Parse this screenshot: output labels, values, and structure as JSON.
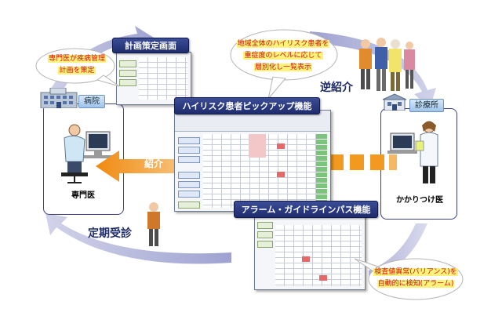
{
  "labels": {
    "planning_screen_title": "計画策定画面",
    "pickup_title": "ハイリスク患者ピックアップ機能",
    "alarm_title": "アラーム・ガイドラインパス機能",
    "hospital_label": "病院",
    "clinic_label": "診療所",
    "specialist_role": "専門医",
    "gp_role": "かかりつけ医",
    "specialist_bubble_line1": "専門医が疾病管理",
    "specialist_bubble_line2": "計画を策定",
    "region_bubble_line1": "地域全体のハイリスク患者を",
    "region_bubble_line2": "重症度のレベルに応じて",
    "region_bubble_line3": "層別化し一覧表示",
    "alarm_bubble_line1": "検査値異常(バリアンス)を",
    "alarm_bubble_line2": "自動的に検知(アラーム)",
    "referral": "紹介",
    "reverse_referral": "逆紹介",
    "regular_visit": "定期受診"
  },
  "colors": {
    "title_banner": "#25337a",
    "arrow_orange": "#f29a1f",
    "cycle_arrow": "#8e92c9",
    "alert_red": "#d31010",
    "highlight_yellow": "#fff27a"
  }
}
